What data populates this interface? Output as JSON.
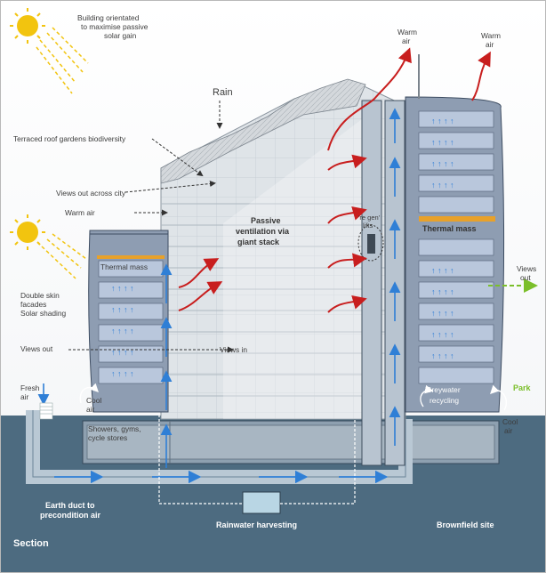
{
  "labels": {
    "solar": [
      "Building orientated",
      "to maximise passive",
      "solar gain"
    ],
    "rain": "Rain",
    "terraced": "Terraced roof gardens biodiversity",
    "views_city": "Views out across city",
    "warm_air_left": "Warm air",
    "warm_air_top1": [
      "Warm",
      "air"
    ],
    "warm_air_top2": [
      "Warm",
      "air"
    ],
    "passive": [
      "Passive",
      "ventilation via",
      "giant stack"
    ],
    "regen": [
      "'re gen'",
      "lifts"
    ],
    "thermal_left": "Thermal mass",
    "thermal_right": "Thermal mass",
    "double_skin": [
      "Double skin",
      "facades",
      "Solar shading"
    ],
    "views_out_left": "Views out",
    "views_in": "Views in",
    "views_out_right": [
      "Views",
      "out"
    ],
    "fresh_air": [
      "Fresh",
      "air"
    ],
    "cool_air_left": [
      "Cool",
      "air"
    ],
    "cool_air_right": [
      "Cool",
      "air"
    ],
    "showers": [
      "Showers, gyms,",
      "cycle stores"
    ],
    "greywater": [
      "Greywater",
      "recycling"
    ],
    "park": "Park",
    "earth_duct": [
      "Earth duct to",
      "precondition air"
    ],
    "rainwater": "Rainwater harvesting",
    "brownfield": "Brownfield site",
    "section": "Section"
  },
  "colors": {
    "ground": "#4d6b80",
    "building_glass": "#cfd6dd",
    "facade": "#9aa6b8",
    "thermal_mass": "#e8a12a",
    "warm_arrow": "#c81e1e",
    "cool_arrow": "#2f7fd6",
    "green_arrow": "#7bbf2a",
    "sun": "#f2c40f"
  },
  "icons": [
    "sun-icon",
    "dotted-arrow-icon",
    "warm-air-arrow-icon",
    "cool-air-arrow-icon"
  ]
}
